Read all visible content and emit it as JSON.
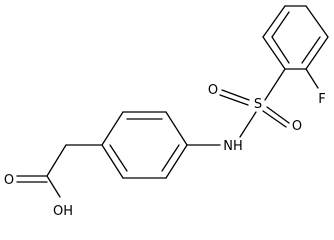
{
  "atoms": {
    "fluorine": "F",
    "oxygen_top": "O",
    "sulfur": "S",
    "oxygen_right": "O",
    "amine": "NH",
    "carbonyl_oxygen": "O",
    "hydroxyl": "OH"
  },
  "colors": {
    "bond": "#000000",
    "text": "#000000",
    "background": "#ffffff"
  }
}
